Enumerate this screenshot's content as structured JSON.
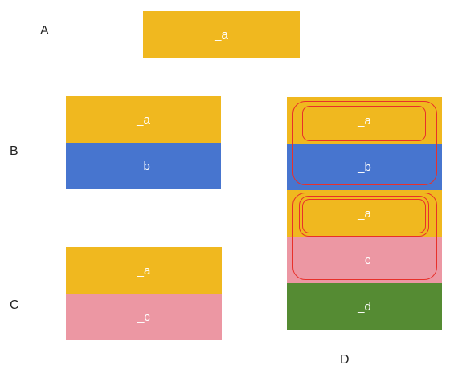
{
  "colors": {
    "a": "#f0b81f",
    "b": "#4775cf",
    "c": "#ec97a3",
    "d": "#558b33",
    "outline": "#e8302a"
  },
  "labels": {
    "A": "A",
    "B": "B",
    "C": "C",
    "D": "D"
  },
  "blocks": {
    "a": "_a",
    "b": "_b",
    "c": "_c",
    "d": "_d"
  }
}
